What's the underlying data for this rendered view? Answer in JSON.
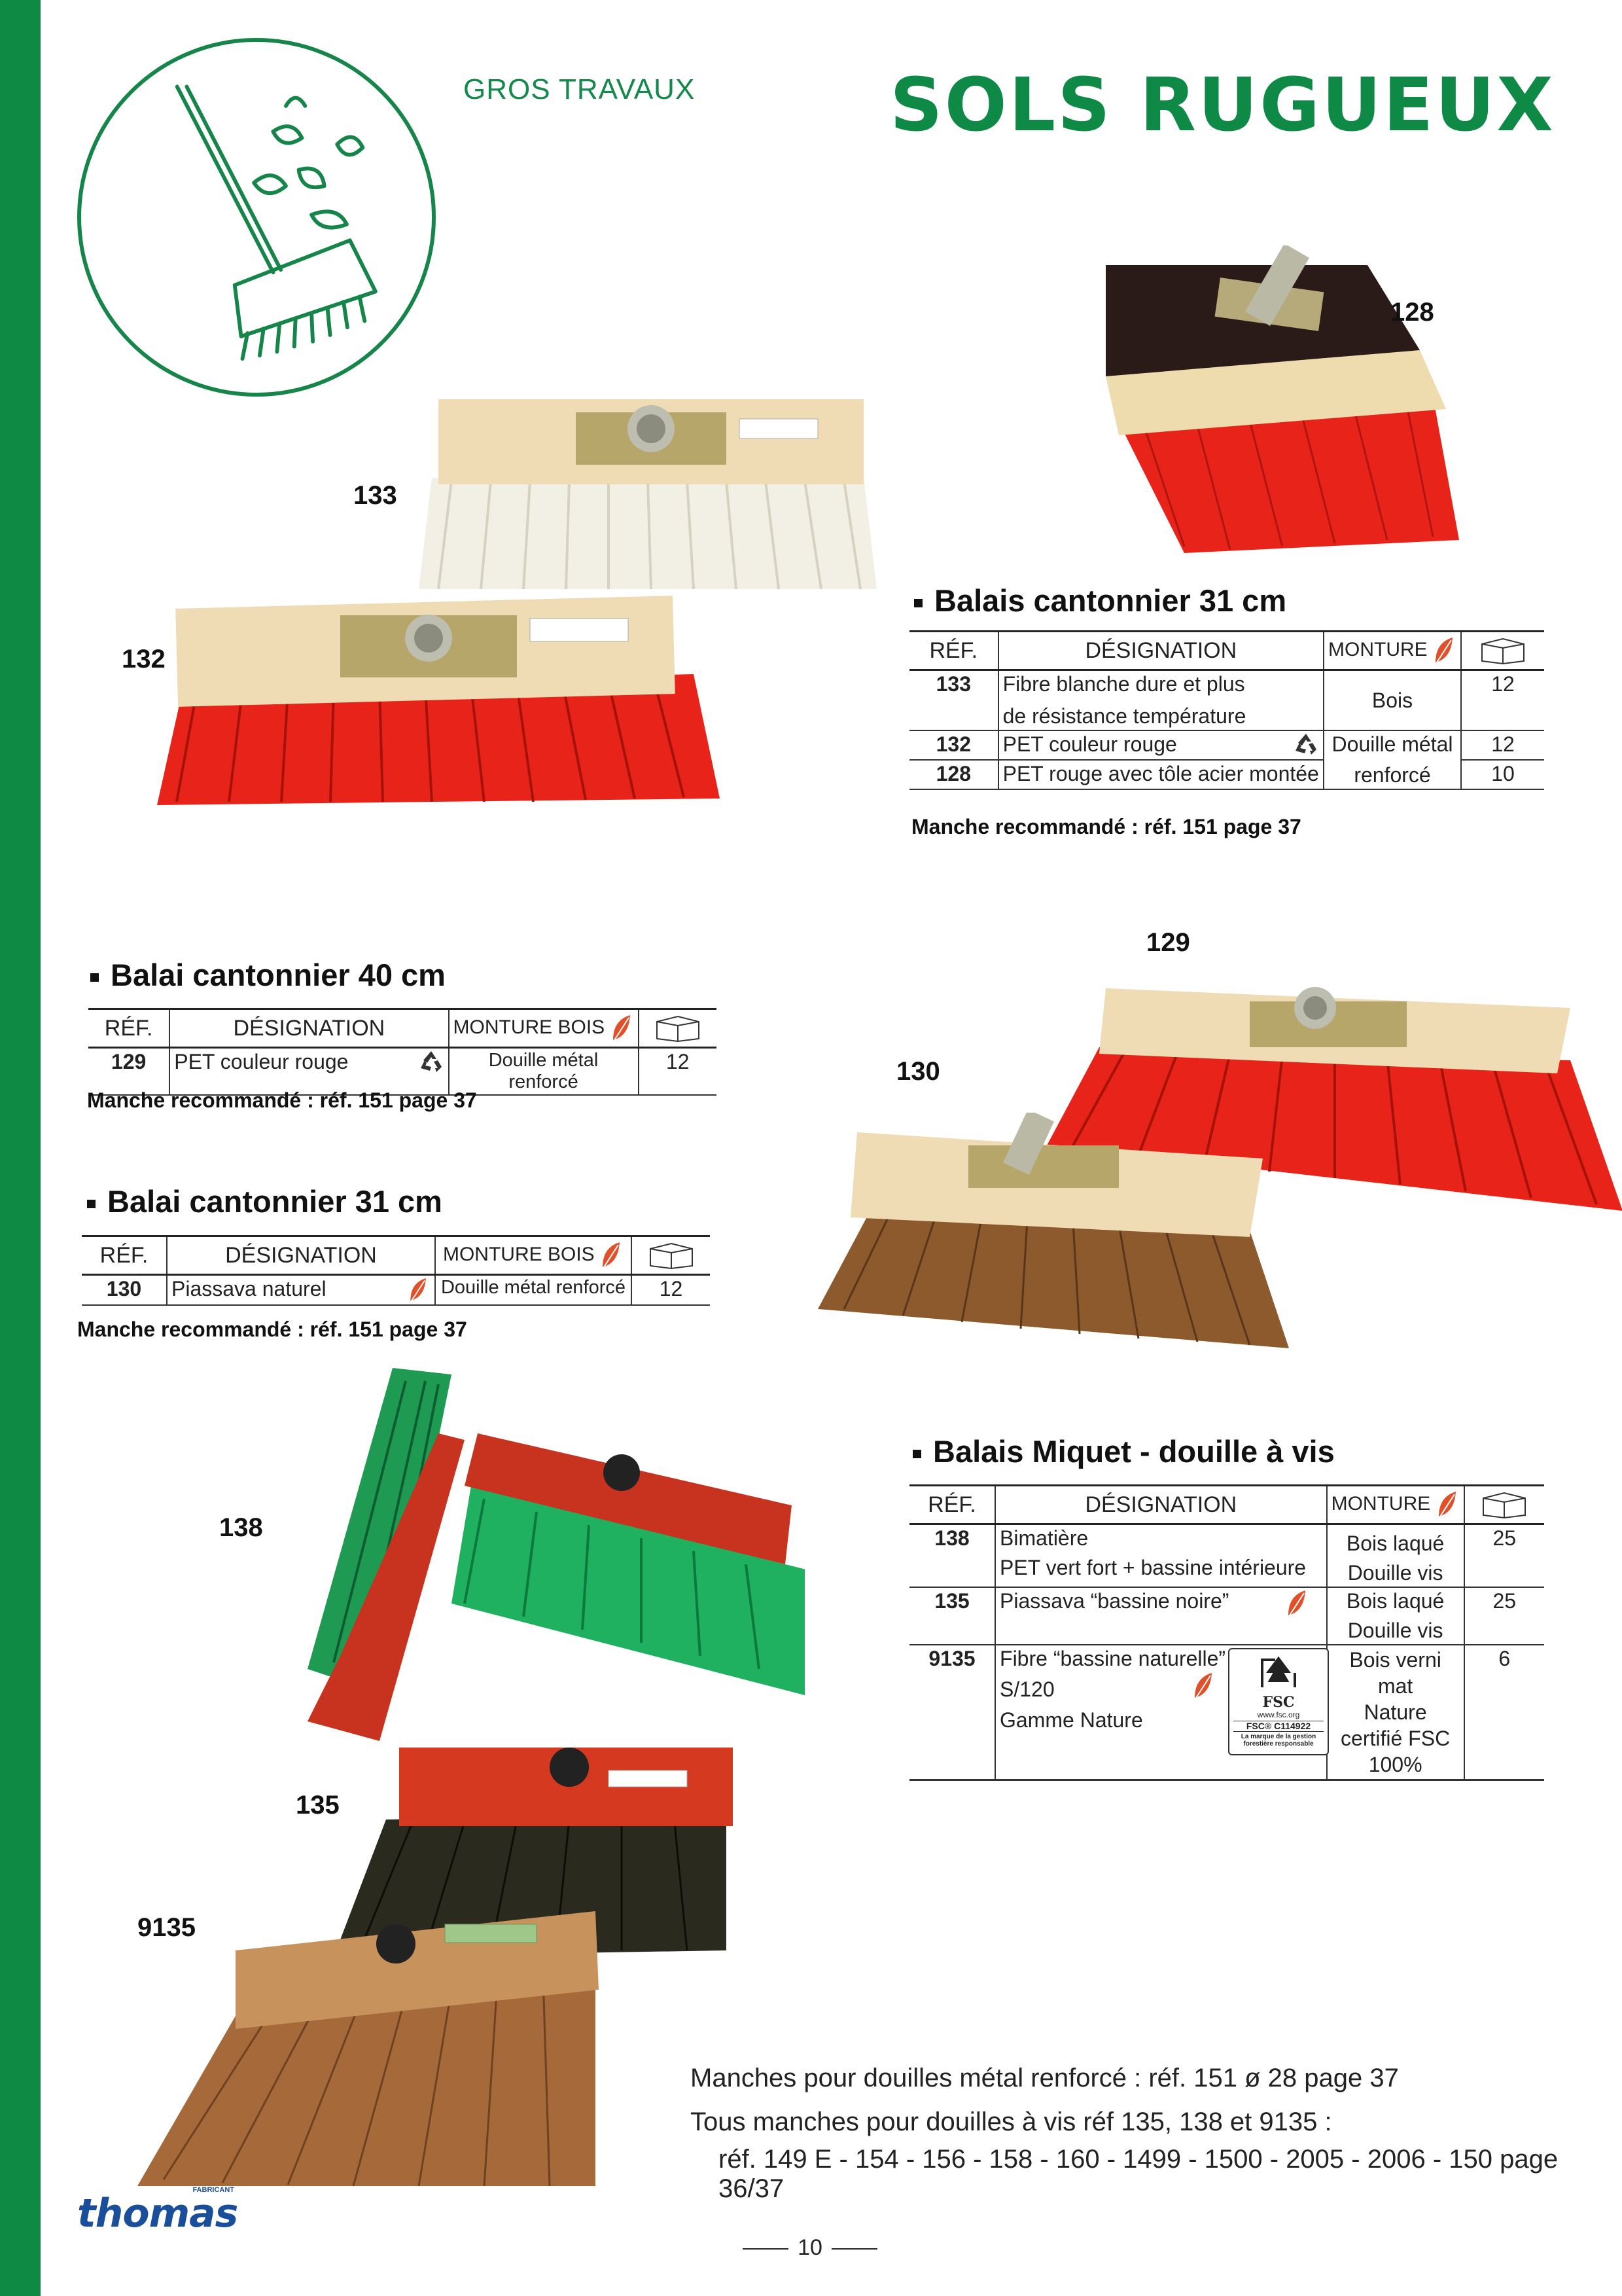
{
  "header": {
    "category": "GROS TRAVAUX",
    "title": "SOLS RUGUEUX"
  },
  "photo_refs": {
    "p128": "128",
    "p133": "133",
    "p132": "132",
    "p129": "129",
    "p130": "130",
    "p138": "138",
    "p135": "135",
    "p9135": "9135"
  },
  "section1": {
    "title": "Balais cantonnier 31 cm",
    "col_ref": "RÉF.",
    "col_designation": "DÉSIGNATION",
    "col_monture": "MONTURE",
    "rows": [
      {
        "ref": "133",
        "designation_line1": "Fibre blanche dure et plus",
        "designation_line2": "de résistance température",
        "qty": "12"
      },
      {
        "ref": "132",
        "designation_line1": "PET couleur rouge",
        "qty": "12"
      },
      {
        "ref": "128",
        "designation_line1": "PET rouge avec tôle acier montée",
        "qty": "10"
      }
    ],
    "monture_bois": "Bois",
    "monture_douille_1": "Douille métal",
    "monture_douille_2": "renforcé",
    "note": "Manche recommandé  : réf. 151 page 37"
  },
  "section2": {
    "title": "Balai cantonnier 40 cm",
    "col_ref": "RÉF.",
    "col_designation": "DÉSIGNATION",
    "col_monture": "MONTURE BOIS",
    "row": {
      "ref": "129",
      "designation": "PET couleur rouge",
      "monture": "Douille métal renforcé",
      "qty": "12"
    },
    "note": "Manche recommandé  : réf. 151 page 37"
  },
  "section3": {
    "title": "Balai cantonnier 31 cm",
    "col_ref": "RÉF.",
    "col_designation": "DÉSIGNATION",
    "col_monture": "MONTURE BOIS",
    "row": {
      "ref": "130",
      "designation": "Piassava naturel",
      "monture": "Douille métal renforcé",
      "qty": "12"
    },
    "note": "Manche recommandé  : réf. 151 page 37"
  },
  "section4": {
    "title": "Balais Miquet - douille à vis",
    "col_ref": "RÉF.",
    "col_designation": "DÉSIGNATION",
    "col_monture": "MONTURE",
    "rows": [
      {
        "ref": "138",
        "d1": "Bimatière",
        "d2": "PET vert fort + bassine intérieure",
        "m1": "Bois laqué",
        "m2": "Douille vis",
        "qty": "25"
      },
      {
        "ref": "135",
        "d1": "Piassava “bassine noire”",
        "m1": "Bois laqué",
        "m2": "Douille vis",
        "qty": "25"
      },
      {
        "ref": "9135",
        "d1": "Fibre “bassine naturelle”",
        "d2": "S/120",
        "d3": "Gamme Nature",
        "m1": "Bois verni mat",
        "m2": "Nature",
        "m3": "certifié FSC",
        "m4": "100%",
        "qty": "6"
      }
    ],
    "fsc_code": "FSC® C114922",
    "fsc_label": "FSC",
    "fsc_url": "www.fsc.org",
    "fsc_tagline": "La marque de la gestion forestière responsable"
  },
  "footer": {
    "line1": "Manches pour douilles métal renforcé : réf. 151 ø 28 page 37",
    "line2": "Tous manches pour douilles à vis réf 135, 138 et 9135 :",
    "line3": "réf. 149 E - 154 - 156 - 158 - 160 - 1499 - 1500 - 2005 - 2006 - 150 page 36/37",
    "page_number": "10",
    "brand": "thomas",
    "brand_small": "FABRICANT"
  },
  "colors": {
    "brand_green": "#0f8a45",
    "red_bristles": "#e8241a",
    "green_bristles": "#1fa85a",
    "wood": "#f1dfb8"
  }
}
